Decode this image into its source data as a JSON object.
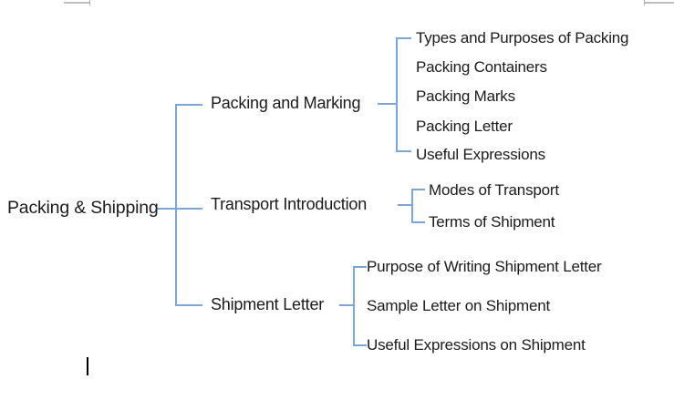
{
  "document": {
    "background_color": "#ffffff",
    "text_color": "#1b1b1b",
    "connector_color": "#7ba7d8",
    "ruler_color": "#bfbfbf"
  },
  "diagram": {
    "type": "horizontal-hierarchy",
    "root": {
      "label": "Packing & Shipping"
    },
    "branches": [
      {
        "label": "Packing and Marking",
        "children": [
          {
            "label": "Types and Purposes of Packing"
          },
          {
            "label": "Packing Containers"
          },
          {
            "label": "Packing Marks"
          },
          {
            "label": "Packing Letter"
          },
          {
            "label": "Useful Expressions"
          }
        ]
      },
      {
        "label": "Transport Introduction",
        "children": [
          {
            "label": "Modes of Transport"
          },
          {
            "label": "Terms of Shipment"
          }
        ]
      },
      {
        "label": "Shipment Letter",
        "children": [
          {
            "label": "Purpose of Writing Shipment Letter"
          },
          {
            "label": "Sample Letter on Shipment"
          },
          {
            "label": "Useful Expressions on Shipment"
          }
        ]
      }
    ]
  },
  "editor": {
    "caret_visible": true
  }
}
